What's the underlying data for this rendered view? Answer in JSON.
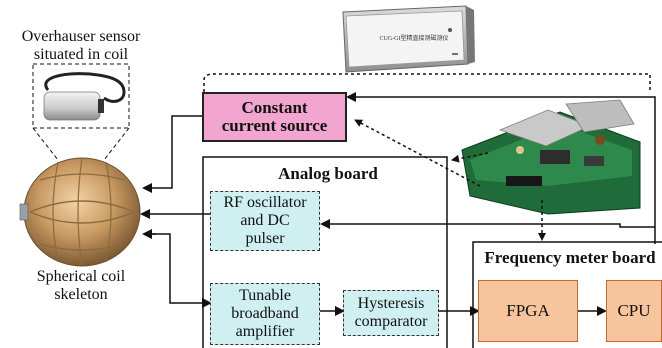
{
  "sensor": {
    "label_line1": "Overhauser sensor",
    "label_line2": "situated in coil"
  },
  "coil": {
    "label_line1": "Spherical coil",
    "label_line2": "skeleton"
  },
  "instrument": {
    "front_text": "CUG-GI型精直接测磁测仪"
  },
  "boxes": {
    "constant_current_line1": "Constant",
    "constant_current_line2": "current source",
    "analog_board_title": "Analog board",
    "rf_line1": "RF oscillator",
    "rf_line2": "and DC",
    "rf_line3": "pulser",
    "amp_line1": "Tunable",
    "amp_line2": "broadband",
    "amp_line3": "amplifier",
    "hyst_line1": "Hysteresis",
    "hyst_line2": "comparator",
    "freq_board_title": "Frequency meter board",
    "fpga": "FPGA",
    "cpu": "CPU"
  },
  "colors": {
    "constant_current_fill": "#f2a5cf",
    "analog_box_fill": "#cfeff0",
    "digital_box_fill": "#f7c49d",
    "line": "#111111"
  }
}
